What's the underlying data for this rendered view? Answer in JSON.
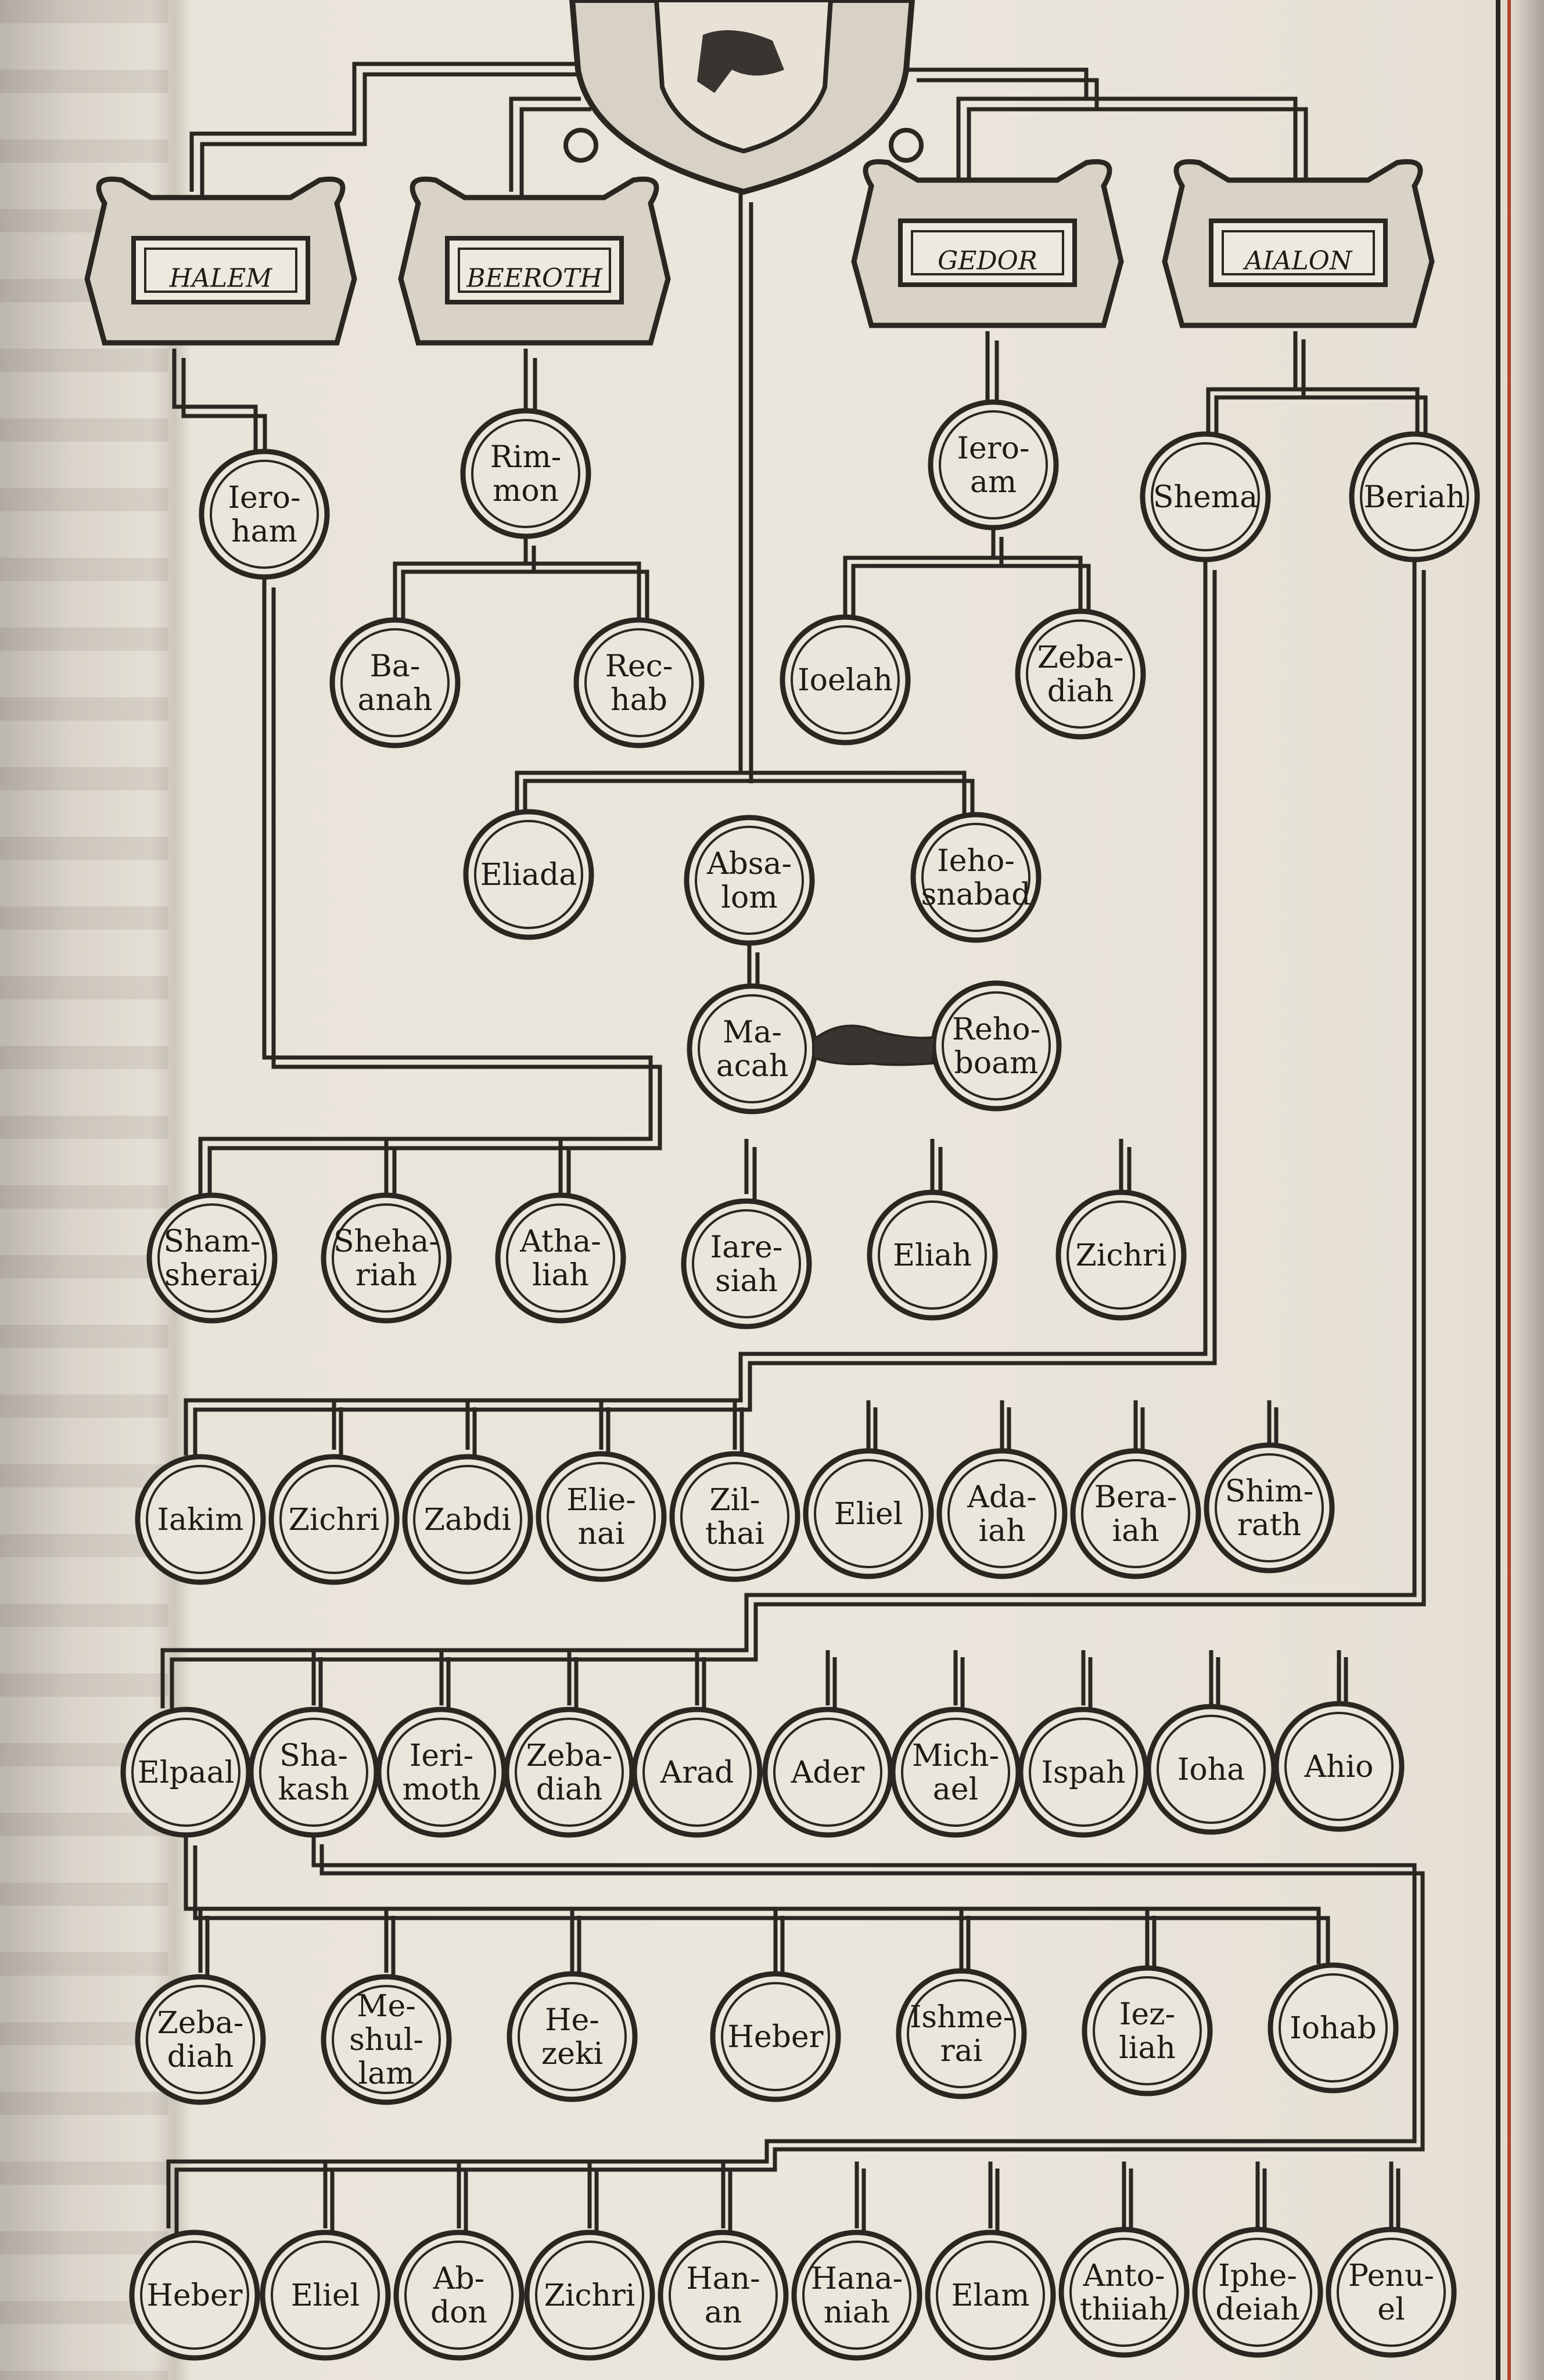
{
  "places": [
    {
      "id": "leftplace",
      "lines": [
        "HALEM"
      ]
    },
    {
      "id": "beeroth",
      "lines": [
        "BEEROTH"
      ]
    },
    {
      "id": "gedor",
      "lines": [
        "GEDOR"
      ]
    },
    {
      "id": "aialon",
      "lines": [
        "AIALON"
      ]
    }
  ],
  "people": [
    {
      "id": "ieroham",
      "lines": [
        "Iero-",
        "ham"
      ]
    },
    {
      "id": "rimmon",
      "lines": [
        "Rim-",
        "mon"
      ]
    },
    {
      "id": "ieroam",
      "lines": [
        "Iero-",
        "am"
      ]
    },
    {
      "id": "shema",
      "lines": [
        "Shema"
      ]
    },
    {
      "id": "beriah",
      "lines": [
        "Beriah"
      ]
    },
    {
      "id": "baanah",
      "lines": [
        "Ba-",
        "anah"
      ]
    },
    {
      "id": "rechab",
      "lines": [
        "Rec-",
        "hab"
      ]
    },
    {
      "id": "ioelah",
      "lines": [
        "Ioelah"
      ]
    },
    {
      "id": "zebadiah1",
      "lines": [
        "Zeba-",
        "diah"
      ]
    },
    {
      "id": "eliada",
      "lines": [
        "Eliada"
      ]
    },
    {
      "id": "absalom",
      "lines": [
        "Absa-",
        "lom"
      ]
    },
    {
      "id": "iehosnabad",
      "lines": [
        "Ieho-",
        "snabad"
      ]
    },
    {
      "id": "maacah",
      "lines": [
        "Ma-",
        "acah"
      ]
    },
    {
      "id": "rehoboam",
      "lines": [
        "Reho-",
        "boam"
      ]
    },
    {
      "id": "shamsherai",
      "lines": [
        "Sham-",
        "sherai"
      ]
    },
    {
      "id": "shehariah",
      "lines": [
        "Sheha-",
        "riah"
      ]
    },
    {
      "id": "athaliah",
      "lines": [
        "Atha-",
        "liah"
      ]
    },
    {
      "id": "iaresiah",
      "lines": [
        "Iare-",
        "siah"
      ]
    },
    {
      "id": "eliah",
      "lines": [
        "Eliah"
      ]
    },
    {
      "id": "zichri1",
      "lines": [
        "Zichri"
      ]
    },
    {
      "id": "iakim",
      "lines": [
        "Iakim"
      ]
    },
    {
      "id": "zichri2",
      "lines": [
        "Zichri"
      ]
    },
    {
      "id": "zabdi",
      "lines": [
        "Zabdi"
      ]
    },
    {
      "id": "elienai",
      "lines": [
        "Elie-",
        "nai"
      ]
    },
    {
      "id": "zilthai",
      "lines": [
        "Zil-",
        "thai"
      ]
    },
    {
      "id": "eliel1",
      "lines": [
        "Eliel"
      ]
    },
    {
      "id": "adaiah",
      "lines": [
        "Ada-",
        "iah"
      ]
    },
    {
      "id": "beraiah",
      "lines": [
        "Bera-",
        "iah"
      ]
    },
    {
      "id": "shimrath",
      "lines": [
        "Shim-",
        "rath"
      ]
    },
    {
      "id": "elpaal",
      "lines": [
        "Elpaal"
      ]
    },
    {
      "id": "shakash",
      "lines": [
        "Sha-",
        "kash"
      ]
    },
    {
      "id": "ierimoth",
      "lines": [
        "Ieri-",
        "moth"
      ]
    },
    {
      "id": "zebadiah2",
      "lines": [
        "Zeba-",
        "diah"
      ]
    },
    {
      "id": "arad",
      "lines": [
        "Arad"
      ]
    },
    {
      "id": "ader",
      "lines": [
        "Ader"
      ]
    },
    {
      "id": "michael",
      "lines": [
        "Mich-",
        "ael"
      ]
    },
    {
      "id": "ispah",
      "lines": [
        "Ispah"
      ]
    },
    {
      "id": "ioha",
      "lines": [
        "Ioha"
      ]
    },
    {
      "id": "ahio",
      "lines": [
        "Ahio"
      ]
    },
    {
      "id": "zebadiah3",
      "lines": [
        "Zeba-",
        "diah"
      ]
    },
    {
      "id": "meshullam",
      "lines": [
        "Me-",
        "shul-",
        "lam"
      ]
    },
    {
      "id": "hezeki",
      "lines": [
        "He-",
        "zeki"
      ]
    },
    {
      "id": "heber1",
      "lines": [
        "Heber"
      ]
    },
    {
      "id": "ishmerai",
      "lines": [
        "Ishme-",
        "rai"
      ]
    },
    {
      "id": "iezliah",
      "lines": [
        "Iez-",
        "liah"
      ]
    },
    {
      "id": "iohab",
      "lines": [
        "Iohab"
      ]
    },
    {
      "id": "heber2",
      "lines": [
        "Heber"
      ]
    },
    {
      "id": "eliel2",
      "lines": [
        "Eliel"
      ]
    },
    {
      "id": "abdon",
      "lines": [
        "Ab-",
        "don"
      ]
    },
    {
      "id": "zichri3",
      "lines": [
        "Zichri"
      ]
    },
    {
      "id": "hanan",
      "lines": [
        "Han-",
        "an"
      ]
    },
    {
      "id": "hananiah",
      "lines": [
        "Hana-",
        "niah"
      ]
    },
    {
      "id": "elam",
      "lines": [
        "Elam"
      ]
    },
    {
      "id": "antothiiah",
      "lines": [
        "Anto-",
        "thiiah"
      ]
    },
    {
      "id": "iphedeiah",
      "lines": [
        "Iphe-",
        "deiah"
      ]
    },
    {
      "id": "penuel",
      "lines": [
        "Penu-",
        "el"
      ]
    }
  ]
}
